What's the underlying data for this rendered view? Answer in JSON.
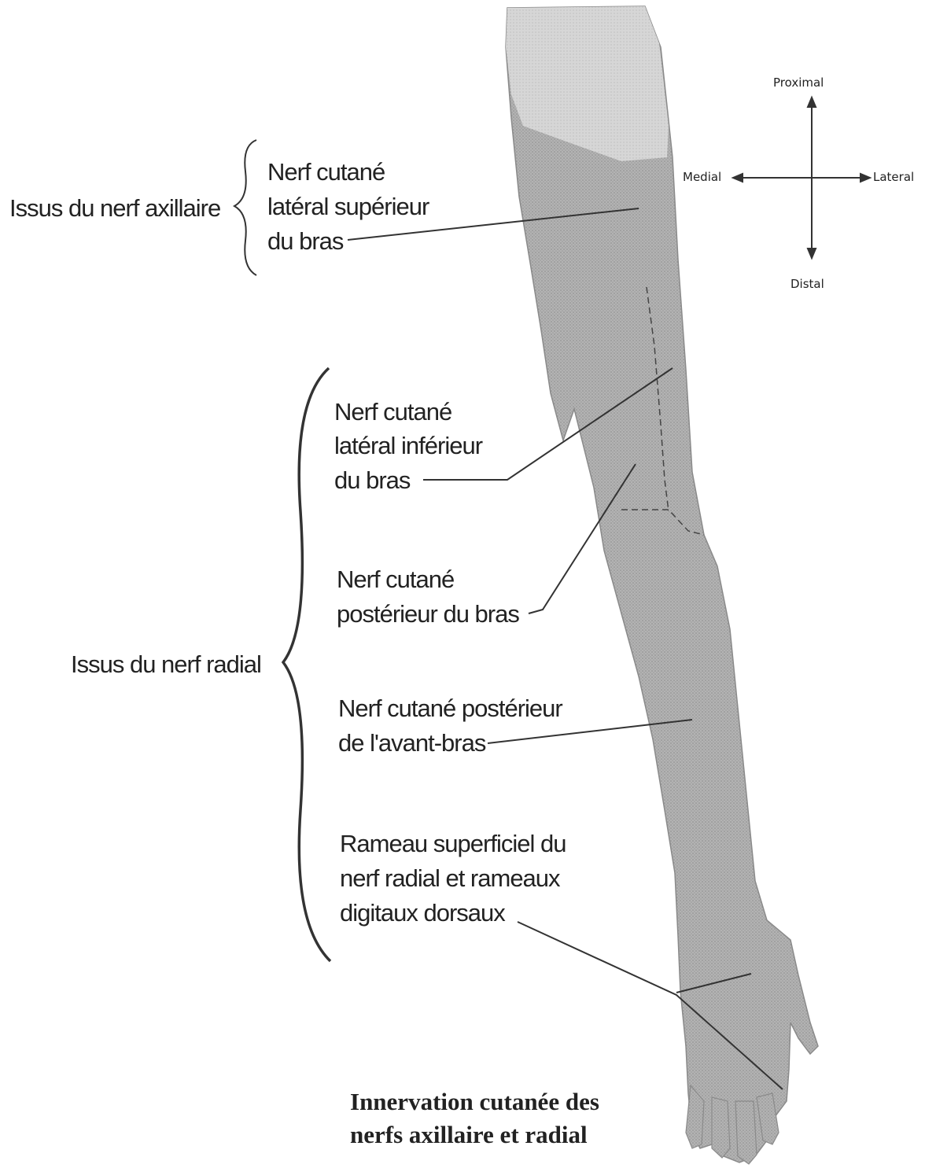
{
  "compass": {
    "proximal": "Proximal",
    "medial": "Medial",
    "lateral": "Lateral",
    "distal": "Distal"
  },
  "groups": {
    "axillary": "Issus du nerf axillaire",
    "radial": "Issus du nerf radial"
  },
  "labels": {
    "upper_lateral": [
      "Nerf cutané",
      "latéral supérieur",
      "du bras"
    ],
    "lower_lateral": [
      "Nerf cutané",
      "latéral inférieur",
      "du bras"
    ],
    "posterior_arm": [
      "Nerf cutané",
      "postérieur du bras"
    ],
    "posterior_forearm": [
      "Nerf cutané postérieur",
      "de l'avant-bras"
    ],
    "superficial_branch": [
      "Rameau superficiel du",
      "nerf radial et rameaux",
      "digitaux dorsaux"
    ]
  },
  "caption": [
    "Innervation cutanée des",
    "nerfs axillaire et radial"
  ],
  "colors": {
    "arm_fill": "#a8a8a8",
    "shoulder_fill": "#d4d4d4",
    "line": "#333333"
  }
}
